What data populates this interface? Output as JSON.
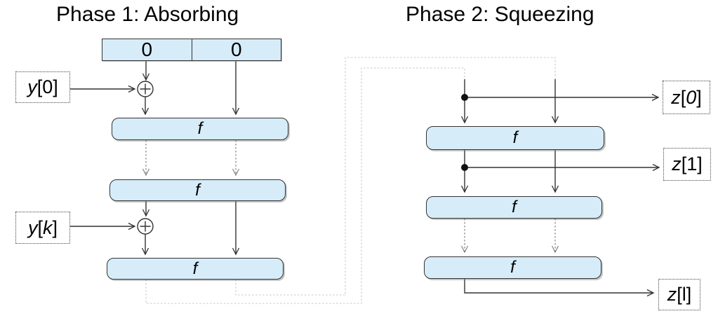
{
  "phase1": {
    "title": "Phase 1: Absorbing",
    "state_cells": [
      "0",
      "0"
    ],
    "inputs": [
      {
        "name": "y",
        "index": "0"
      },
      {
        "name": "y",
        "index": "k"
      }
    ]
  },
  "phase2": {
    "title": "Phase 2: Squeezing",
    "outputs": [
      {
        "name": "z",
        "index": "0"
      },
      {
        "name": "z",
        "index": "1"
      },
      {
        "name": "z",
        "index": "l"
      }
    ]
  },
  "f_label": "f",
  "symbols": {
    "bracket_open": "[",
    "bracket_close": "]",
    "xor": "⊕"
  },
  "colors": {
    "box_fill": "#d6ecf9",
    "box_border": "#333333",
    "arrow": "#333333",
    "dashed_arrow": "#858585",
    "feedback_line": "#c8c8c8"
  }
}
